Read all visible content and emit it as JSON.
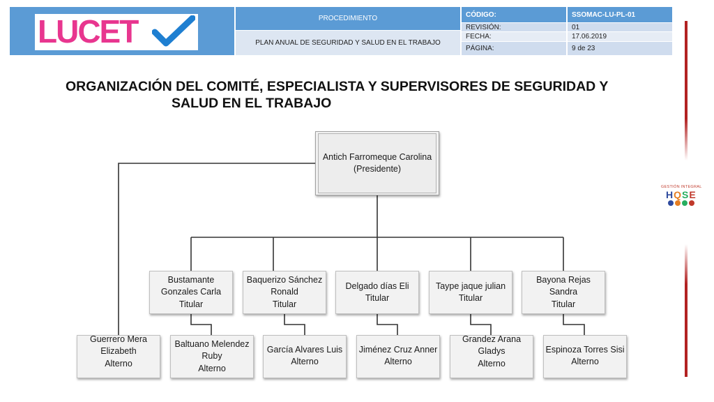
{
  "header": {
    "logo_text": "LUCET",
    "procedure_label": "PROCEDIMIENTO",
    "plan_title": "PLAN ANUAL DE SEGURIDAD Y SALUD EN EL TRABAJO",
    "rows": [
      {
        "label": "CÓDIGO:",
        "value": "SSOMAC-LU-PL-01"
      },
      {
        "label": "REVISIÓN:",
        "value": "01"
      },
      {
        "label": "FECHA:",
        "value": "17.06.2019"
      },
      {
        "label": "PÁGINA:",
        "value": "9  de 23"
      }
    ]
  },
  "title": {
    "line1": "ORGANIZACIÓN DEL COMITÉ, ESPECIALISTA Y SUPERVISORES DE SEGURIDAD Y",
    "line2": "SALUD EN EL TRABAJO"
  },
  "side_logo": {
    "tagline": "GESTIÓN INTEGRAL",
    "letters": "HQSE",
    "colors": {
      "h": "#2e4a9e",
      "q": "#e67e22",
      "s": "#27ae60",
      "e": "#c0392b"
    }
  },
  "colors": {
    "header_blue": "#5b9bd5",
    "logo_pink": "#e8368f",
    "logo_check": "#1f7fd1",
    "side_line": "#b22222"
  },
  "org": {
    "president": {
      "line1": "Antich Farromeque  Carolina",
      "line2": "(Presidente)"
    },
    "titulares": [
      {
        "lines": [
          "Bustamante",
          "Gonzales Carla",
          "Titular"
        ]
      },
      {
        "lines": [
          "Baquerizo Sánchez",
          "Ronald",
          "Titular"
        ]
      },
      {
        "lines": [
          "Delgado días Eli",
          "Titular"
        ]
      },
      {
        "lines": [
          "Taype jaque julian",
          "Titular"
        ]
      },
      {
        "lines": [
          "Bayona Rejas",
          "Sandra",
          "Titular"
        ]
      }
    ],
    "alternos": [
      {
        "lines": [
          "Guerrero Mera",
          "Elizabeth",
          "Alterno"
        ]
      },
      {
        "lines": [
          "Baltuano Melendez",
          "Ruby",
          "Alterno"
        ]
      },
      {
        "lines": [
          "García Alvares Luis",
          "Alterno"
        ]
      },
      {
        "lines": [
          "Jiménez Cruz Anner",
          "Alterno"
        ]
      },
      {
        "lines": [
          "Grandez Arana",
          "Gladys",
          "Alterno"
        ]
      },
      {
        "lines": [
          "Espinoza Torres Sisi",
          "Alterno"
        ]
      }
    ]
  }
}
